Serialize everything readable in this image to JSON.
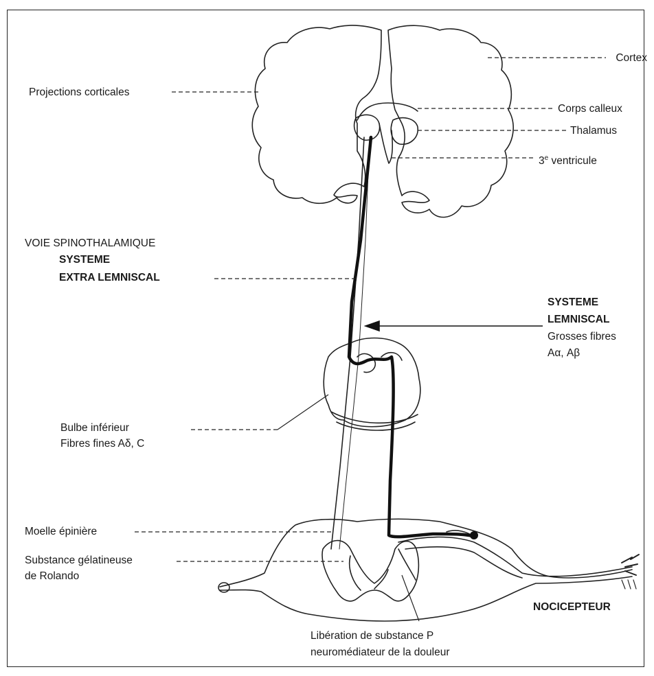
{
  "labels": {
    "cortex": "Cortex",
    "projections": "Projections corticales",
    "corps_calleux": "Corps calleux",
    "thalamus": "Thalamus",
    "ventricule_prefix": "3",
    "ventricule_sup": "e",
    "ventricule_suffix": " ventricule",
    "voie": "VOIE SPINOTHALAMIQUE",
    "systeme1": "SYSTEME",
    "extra": "EXTRA LEMNISCAL",
    "systeme2": "SYSTEME",
    "lemniscal": "LEMNISCAL",
    "grosses": "Grosses fibres",
    "aalpha": "Aα, Aβ",
    "bulbe": "Bulbe inférieur",
    "fibres_fines": "Fibres fines Aδ, C",
    "moelle": "Moelle épinière",
    "substance": "Substance gélatineuse",
    "rolando": "de Rolando",
    "nocicepteur": "NOCICEPTEUR",
    "liberation": "Libération de substance P",
    "neuromediateur": "neuromédiateur de la douleur"
  }
}
